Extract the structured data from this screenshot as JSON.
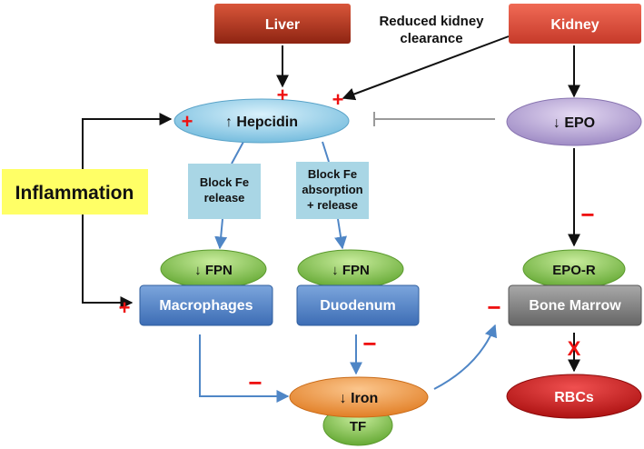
{
  "nodes": {
    "liver": "Liver",
    "kidney": "Kidney",
    "hepcidin": "↑ Hepcidin",
    "epo": "↓ EPO",
    "inflammation": "Inflammation",
    "block_release": [
      "Block Fe",
      "release"
    ],
    "block_absorption": [
      "Block Fe",
      "absorption",
      "+ release"
    ],
    "fpn_macrophage": "↓ FPN",
    "fpn_duodenum": "↓ FPN",
    "macrophages": "Macrophages",
    "duodenum": "Duodenum",
    "epo_r": "EPO-R",
    "bone_marrow": "Bone Marrow",
    "iron": "↓ Iron",
    "tf": "TF",
    "rbcs": "RBCs"
  },
  "labels": {
    "reduced_kidney_clearance": [
      "Reduced kidney",
      "clearance"
    ]
  },
  "signs": {
    "plus": "+",
    "minus": "−",
    "block": "X"
  },
  "colors": {
    "liver": "#b8321c",
    "kidney": "#e0503d",
    "hepcidin": "#8fcde8",
    "epo": "#b9a6d6",
    "inflammation": "#ffff66",
    "block_box": "#a9d6e5",
    "fpn": "#7bc043",
    "macro_box": "#4f7fc4",
    "bone_marrow": "#7d7d7d",
    "iron": "#f2933c",
    "rbcs": "#d11a1a",
    "sign": "#ee1111",
    "blue_arrow": "#4f86c6",
    "black_arrow": "#111111",
    "grey_arrow": "#9a9a9a"
  }
}
